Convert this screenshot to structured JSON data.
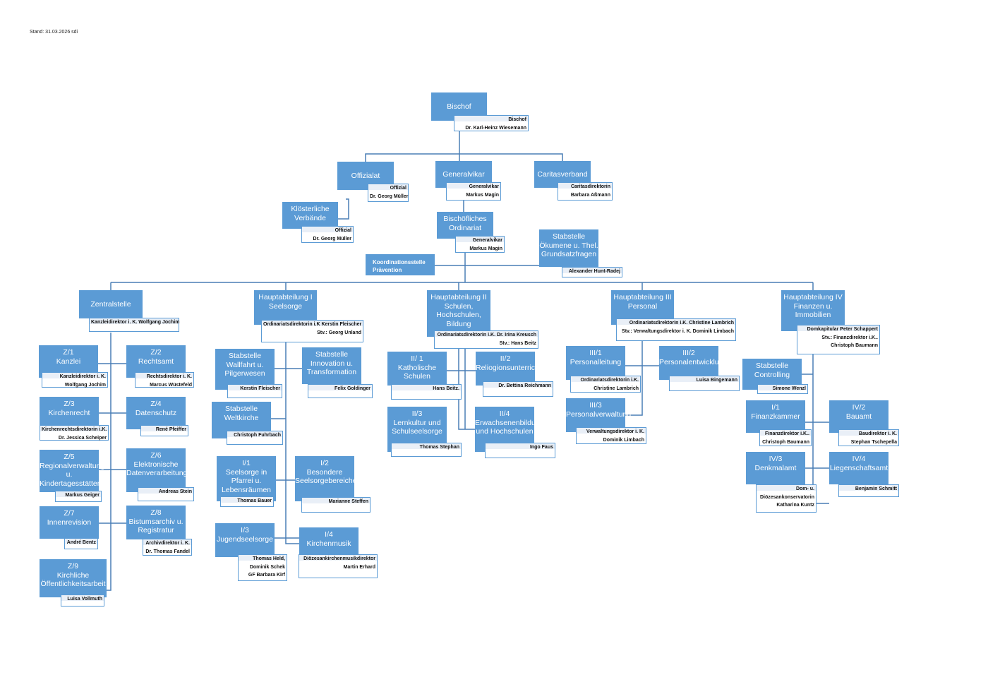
{
  "stand": "Stand: 31.03.2026 sdi",
  "colors": {
    "box": "#5b9bd5",
    "line": "#4a7fb5"
  },
  "units": [
    {
      "id": "bischof",
      "title": [
        "Bischof"
      ],
      "people": [
        "Bischof",
        "Dr. Karl-Heinz Wiesemann"
      ]
    },
    {
      "id": "offizialat",
      "title": [
        "Offizialat"
      ],
      "people": [
        "Offizial",
        "Dr. Georg Müller"
      ]
    },
    {
      "id": "generalvikar",
      "title": [
        "Generalvikar"
      ],
      "people": [
        "Generalvikar",
        "Markus Magin"
      ]
    },
    {
      "id": "caritas",
      "title": [
        "Caritasverband"
      ],
      "people": [
        "Caritasdirektorin",
        "Barbara Aßmann"
      ]
    },
    {
      "id": "kloster",
      "title": [
        "Klösterliche",
        "Verbände"
      ],
      "people": [
        "Offizial",
        "Dr. Georg Müller"
      ]
    },
    {
      "id": "ordinariat",
      "title": [
        "Bischöfliches",
        "Ordinariat"
      ],
      "people": [
        "Generalvikar",
        "Markus Magin"
      ]
    },
    {
      "id": "koordination",
      "title": [
        "Koordinationsstelle",
        "Prävention"
      ],
      "people": []
    },
    {
      "id": "oekumene",
      "title": [
        "Stabstelle",
        "Ökumene u. Thel.",
        "Grundsatzfragen"
      ],
      "people": [
        "Alexander Hunt-Radej"
      ]
    },
    {
      "id": "zentral",
      "title": [
        "Zentralstelle"
      ],
      "people": [
        "Kanzleidirektor i. K. Wolfgang Jochim"
      ]
    },
    {
      "id": "hpt1",
      "title": [
        "Hauptabteilung I",
        "Seelsorge"
      ],
      "people": [
        "Ordinariatsdirektorin i.K Kerstin Fleischer",
        "Stv.: Georg Unland"
      ]
    },
    {
      "id": "hpt2",
      "title": [
        "Hauptabteilung II",
        "Schulen,",
        "Hochschulen,",
        "Bildung"
      ],
      "people": [
        "Ordinariatsdirektorin i.K. Dr. Irina Kreusch",
        "Stv.: Hans Beitz"
      ]
    },
    {
      "id": "hpt3",
      "title": [
        "Hauptabteilung III",
        "Personal"
      ],
      "people": [
        "Ordinariatsdirektorin i.K. Christine Lambrich",
        "Stv.: Verwaltungsdirektor i. K. Dominik Limbach"
      ]
    },
    {
      "id": "hpt4",
      "title": [
        "Hauptabteilung IV",
        "Finanzen u.",
        "Immobilien"
      ],
      "people": [
        "Domkapitular Peter Schappert",
        "Stv.: Finanzdirektor i.K..",
        "Christoph Baumann"
      ]
    },
    {
      "id": "z1",
      "title": [
        "Z/1",
        "Kanzlei"
      ],
      "people": [
        "Kanzleidirektor i. K.",
        "Wolfgang Jochim"
      ]
    },
    {
      "id": "z2",
      "title": [
        "Z/2",
        "Rechtsamt"
      ],
      "people": [
        "Rechtsdirektor i. K.",
        "Marcus Wüstefeld"
      ]
    },
    {
      "id": "z3",
      "title": [
        "Z/3",
        "Kirchenrecht"
      ],
      "people": [
        "Kirchenrechtsdirektorin i.K.",
        "Dr. Jessica Scheiper"
      ]
    },
    {
      "id": "z4",
      "title": [
        "Z/4",
        "Datenschutz"
      ],
      "people": [
        "René Pfeiffer"
      ]
    },
    {
      "id": "z5",
      "title": [
        "Z/5",
        "Regionalverwaltung",
        "u.",
        "Kindertagesstätten"
      ],
      "people": [
        "Markus Geiger"
      ]
    },
    {
      "id": "z6",
      "title": [
        "Z/6",
        "Elektronische",
        "Datenverarbeitung"
      ],
      "people": [
        "Andreas Stein"
      ]
    },
    {
      "id": "z7",
      "title": [
        "Z/7",
        "Innenrevision"
      ],
      "people": [
        "André Bentz"
      ]
    },
    {
      "id": "z8",
      "title": [
        "Z/8",
        "Bistumsarchiv u.",
        "Registratur"
      ],
      "people": [
        "Archivdirektor i. K.",
        "Dr. Thomas Fandel"
      ]
    },
    {
      "id": "z9",
      "title": [
        "Z/9",
        "Kirchliche",
        "Öffentlichkeitsarbeit"
      ],
      "people": [
        "Luisa Vollmuth"
      ]
    },
    {
      "id": "wallfahrt",
      "title": [
        "Stabstelle",
        "Wallfahrt u.",
        "Pilgerwesen"
      ],
      "people": [
        "Kerstin Fleischer"
      ]
    },
    {
      "id": "innovation",
      "title": [
        "Stabstelle",
        "Innovation u.",
        "Transformation"
      ],
      "people": [
        "Felix Goldinger"
      ]
    },
    {
      "id": "weltkirche",
      "title": [
        "Stabstelle",
        "Weltkirche"
      ],
      "people": [
        "Christoph Fuhrbach"
      ]
    },
    {
      "id": "i1",
      "title": [
        "I/1",
        "Seelsorge in",
        "Pfarrei u.",
        "Lebensräumen"
      ],
      "people": [
        "Thomas Bauer"
      ]
    },
    {
      "id": "i2",
      "title": [
        "I/2",
        "Besondere",
        "Seelsorgebereiche"
      ],
      "people": [
        "Marianne Steffen"
      ]
    },
    {
      "id": "i3",
      "title": [
        "I/3",
        "Jugendseelsorge"
      ],
      "people": [
        "Thomas Held,",
        "Dominik Schek",
        "GF Barbara Kirf"
      ]
    },
    {
      "id": "i4",
      "title": [
        "I/4",
        "Kirchenmusik"
      ],
      "people": [
        "Diözesankirchenmusikdirektor",
        "Martin Erhard"
      ]
    },
    {
      "id": "ii1",
      "title": [
        "II/ 1",
        "Katholische",
        "Schulen"
      ],
      "people": [
        "Hans Beitz."
      ]
    },
    {
      "id": "ii2",
      "title": [
        "II/2",
        "Reliogionsunterricht"
      ],
      "people": [
        "Dr. Bettina Reichmann"
      ]
    },
    {
      "id": "ii3",
      "title": [
        "II/3",
        "Lernkultur und",
        "Schulseelsorge"
      ],
      "people": [
        "Thomas Stephan"
      ]
    },
    {
      "id": "ii4",
      "title": [
        "II/4",
        "Erwachsenenbildung",
        "und Hochschulen"
      ],
      "people": [
        "Ingo Faus"
      ]
    },
    {
      "id": "iii1",
      "title": [
        "III/1",
        "Personalleitung"
      ],
      "people": [
        "Ordinariatsdirektorin i.K.",
        "Christine Lambrich"
      ]
    },
    {
      "id": "iii2",
      "title": [
        "III/2",
        "Personalentwicklung"
      ],
      "people": [
        "Luisa Bingemann"
      ]
    },
    {
      "id": "iii3",
      "title": [
        "III/3",
        "Personalverwaltung"
      ],
      "people": [
        "Verwaltungsdirektor i. K.",
        "Dominik Limbach"
      ]
    },
    {
      "id": "controlling",
      "title": [
        "Stabstelle",
        "Controlling"
      ],
      "people": [
        "Simone Wenzl"
      ]
    },
    {
      "id": "iv1",
      "title": [
        "I/1",
        "Finanzkammer"
      ],
      "people": [
        "Finanzdirektor i.K..",
        "Christoph Baumann"
      ]
    },
    {
      "id": "iv2",
      "title": [
        "IV/2",
        "Bauamt"
      ],
      "people": [
        "Baudirektor i. K.",
        "Stephan Tschepella"
      ]
    },
    {
      "id": "iv3",
      "title": [
        "IV/3",
        "Denkmalamt"
      ],
      "people": [
        "Dom- u.",
        "Diözesankonservatorin",
        "Katharina Kuntz"
      ]
    },
    {
      "id": "iv4",
      "title": [
        "IV/4",
        "Liegenschaftsamt"
      ],
      "people": [
        "Benjamin Schmitt"
      ]
    }
  ]
}
